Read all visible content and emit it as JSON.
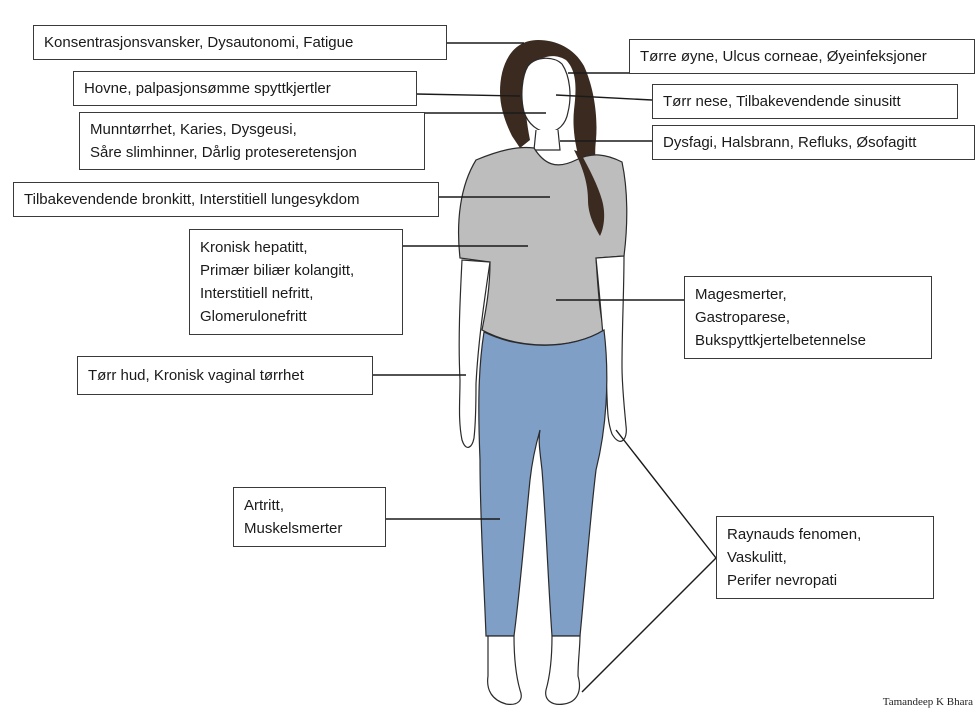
{
  "labels": {
    "head_neuro": [
      "Konsentrasjonsvansker, Dysautonomi, Fatigue"
    ],
    "eyes": [
      "Tørre øyne, Ulcus corneae, Øyeinfeksjoner"
    ],
    "salivary": [
      "Hovne, palpasjonsømme spyttkjertler"
    ],
    "nose": [
      "Tørr nese, Tilbakevendende sinusitt"
    ],
    "mouth": [
      "Munntørrhet, Karies, Dysgeusi,",
      "Såre slimhinner, Dårlig proteseretensjon"
    ],
    "esophagus": [
      "Dysfagi, Halsbrann, Refluks, Øsofagitt"
    ],
    "lungs": [
      "Tilbakevendende bronkitt, Interstitiell lungesykdom"
    ],
    "liver_kidney": [
      "Kronisk hepatitt,",
      "Primær biliær kolangitt,",
      "Interstitiell nefritt,",
      "Glomerulonefritt"
    ],
    "abdomen": [
      "Magesmerter,",
      "Gastroparese,",
      "Bukspyttkjertelbetennelse"
    ],
    "skin": [
      "Tørr hud, Kronisk vaginal tørrhet"
    ],
    "joints": [
      "Artritt,",
      "Muskelsmerter"
    ],
    "vascular": [
      "Raynauds fenomen,",
      "Vaskulitt,",
      "Perifer nevropati"
    ]
  },
  "credit": "Tamandeep K Bhara",
  "colors": {
    "shirt": "#bdbdbd",
    "pants": "#7f9fc6",
    "hair": "#3a2a1f",
    "skin": "#ffffff",
    "outline": "#2b2b2b"
  }
}
